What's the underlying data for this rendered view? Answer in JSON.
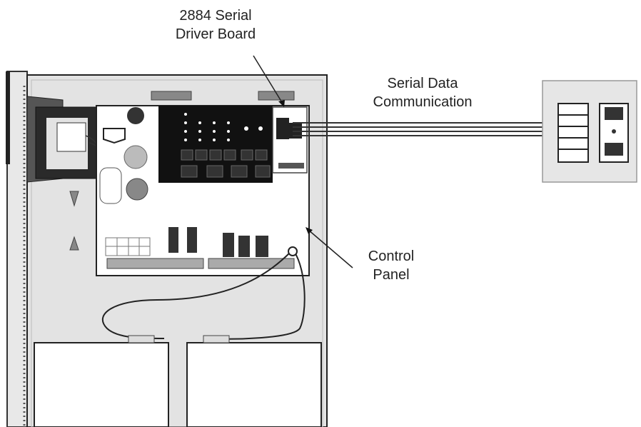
{
  "labels": {
    "driver_board": [
      "2884 Serial",
      "Driver Board"
    ],
    "serial_data": [
      "Serial Data",
      "Communication"
    ],
    "control_panel": [
      "Control",
      "Panel"
    ]
  },
  "colors": {
    "cabinet": "#e3e3e3",
    "board": "#ffffff",
    "keypad": "#111111",
    "outline": "#222222",
    "remote_plate": "#e6e6e6"
  }
}
